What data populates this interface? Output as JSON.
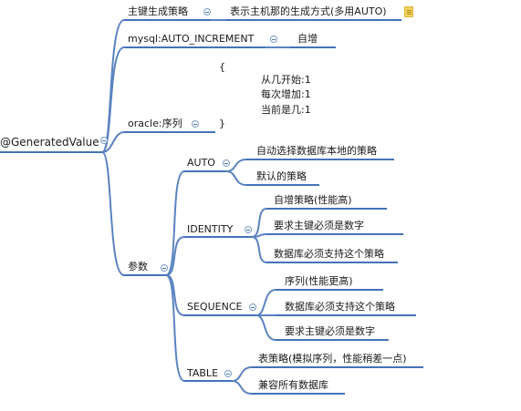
{
  "root": {
    "label": "@GeneratedValue"
  },
  "primary_key_strategy": {
    "label": "主键生成策略",
    "note": "表示主机那的生成方式(多用AUTO)"
  },
  "mysql": {
    "label": "mysql:AUTO_INCREMENT",
    "note": "自增"
  },
  "oracle": {
    "label": "oracle:序列",
    "brace_open": "{",
    "lines": [
      "从几开始:1",
      "每次增加:1",
      "当前是几:1"
    ],
    "brace_close": "}"
  },
  "params": {
    "label": "参数",
    "auto": {
      "label": "AUTO",
      "items": [
        "自动选择数据库本地的策略",
        "默认的策略"
      ]
    },
    "identity": {
      "label": "IDENTITY",
      "items": [
        "自增策略(性能高)",
        "要求主键必须是数字",
        "数据库必须支持这个策略"
      ]
    },
    "sequence": {
      "label": "SEQUENCE",
      "items": [
        "序列(性能更高)",
        "数据库必须支持这个策略",
        "要求主键必须是数字"
      ]
    },
    "table": {
      "label": "TABLE",
      "items": [
        "表策略(模拟序列，性能稍差一点)",
        "兼容所有数据库"
      ]
    }
  },
  "colors": {
    "line": "#5b83c0",
    "underline": "#4472b8"
  }
}
